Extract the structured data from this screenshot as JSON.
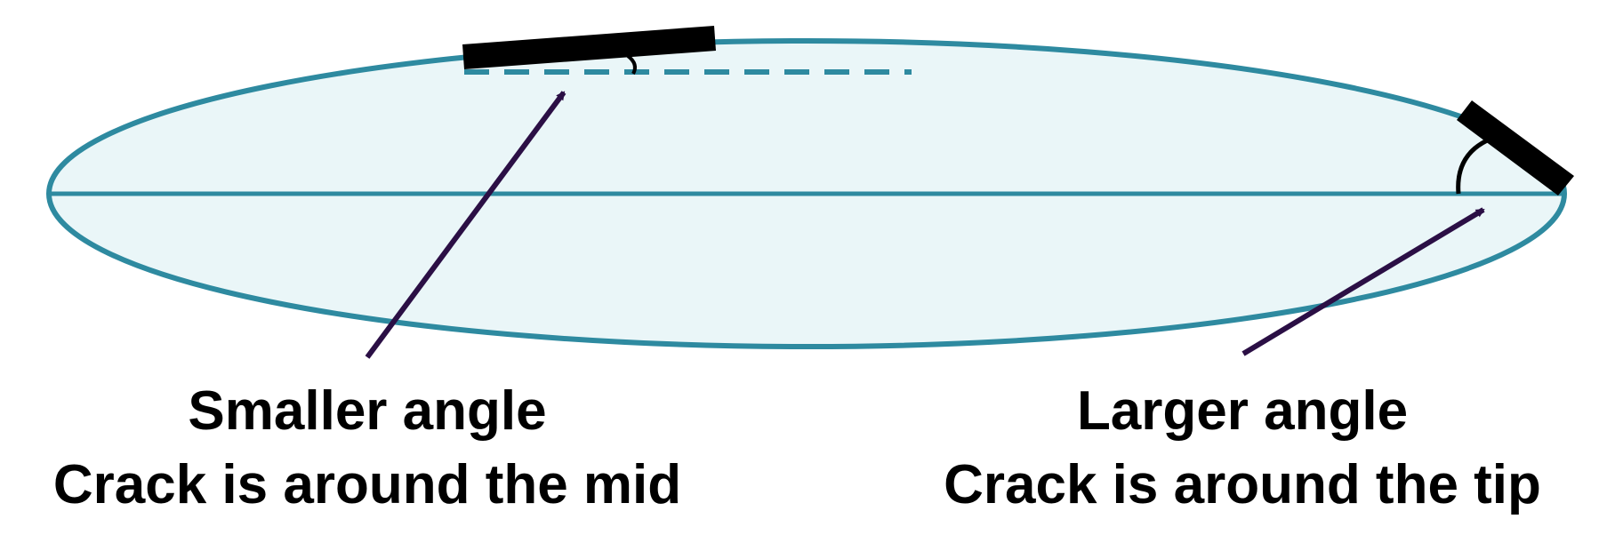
{
  "colors": {
    "ellipse_fill": "#eaf6f8",
    "ellipse_stroke": "#2e8aa0",
    "arrow": "#2b0f45",
    "bar": "#000000",
    "text": "#000000"
  },
  "labels": {
    "left": {
      "line1": "Smaller angle",
      "line2": "Crack is around the mid"
    },
    "right": {
      "line1": "Larger angle",
      "line2": "Crack is around the tip"
    }
  }
}
